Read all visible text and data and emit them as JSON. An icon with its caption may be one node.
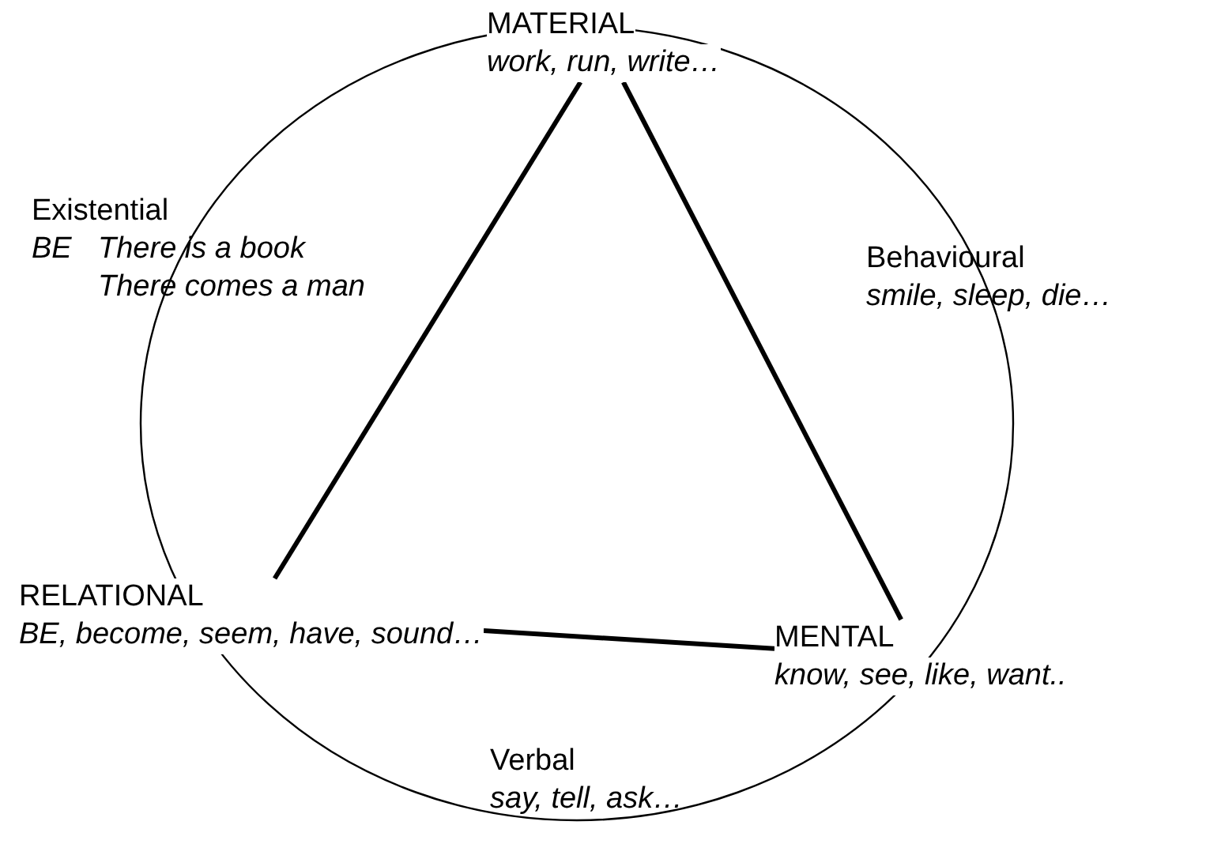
{
  "diagram": {
    "nodes": [
      {
        "text": [
          "MATERIAL",
          "work, run, write…"
        ]
      },
      {
        "text": [
          "RELATIONAL",
          "BE, become, seem, have, sound…"
        ]
      },
      {
        "text": [
          "MENTAL",
          "know, see, like, want.."
        ]
      }
    ],
    "edges": [
      {
        "from": 0,
        "to": 1,
        "arrow": "none"
      },
      {
        "from": 1,
        "to": 2,
        "arrow": "none"
      },
      {
        "from": 2,
        "to": 0,
        "arrow": "none"
      }
    ],
    "labels": [
      "Existential",
      "BE",
      "There is a book There comes a man",
      "Behavioural",
      "smile, sleep, die…",
      "Verbal",
      "say, tell, ask…"
    ]
  }
}
